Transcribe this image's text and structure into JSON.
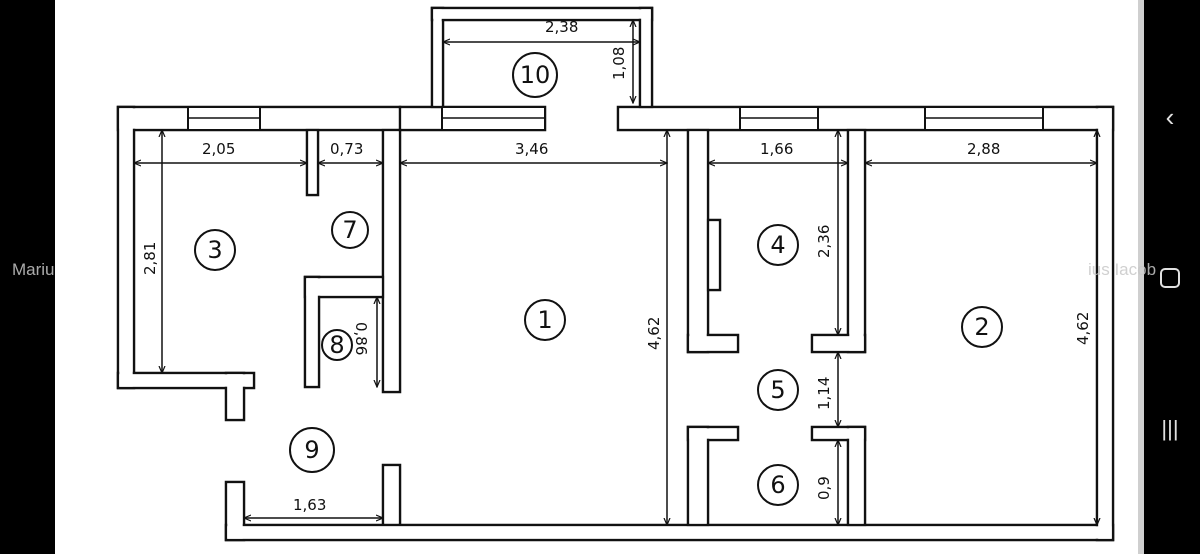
{
  "rooms": [
    "1",
    "2",
    "3",
    "4",
    "5",
    "6",
    "7",
    "8",
    "9",
    "10"
  ],
  "dimensions": {
    "balcony_width": "2,38",
    "balcony_depth": "1,08",
    "room3_width": "2,05",
    "room7_width": "0,73",
    "room1_width": "3,46",
    "room4_width": "1,66",
    "room2_width": "2,88",
    "room3_depth": "2,81",
    "room4_depth": "2,36",
    "room1_depth": "4,62",
    "room2_depth": "4,62",
    "room5_depth": "1,14",
    "room6_depth": "0,9",
    "room8_depth": "0,86",
    "room9_width": "1,63"
  },
  "watermark": {
    "left": "Mariu",
    "right": "ius Iacob"
  },
  "nav": {
    "back_icon": "chevron-left-icon",
    "home_icon": "home-icon",
    "recents_icon": "recents-icon"
  },
  "colors": {
    "line": "#111111",
    "background": "#ffffff",
    "frame": "#000000"
  }
}
